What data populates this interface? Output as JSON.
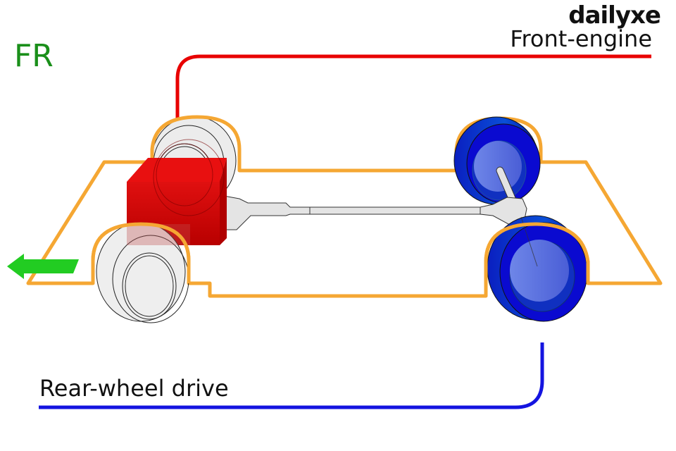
{
  "logo": {
    "text": "dailyxe"
  },
  "layout": {
    "code": "FR"
  },
  "labels": {
    "engine_position": "Front-engine",
    "drive_type": "Rear-wheel drive"
  },
  "legend_colors": {
    "engine": "#e30000",
    "drive_wheels": "#1414d6",
    "body_outline": "#f5a733",
    "direction_arrow": "#22cc22",
    "title": "#1a8f1a"
  },
  "icons": {
    "direction": "arrow-left-icon"
  }
}
